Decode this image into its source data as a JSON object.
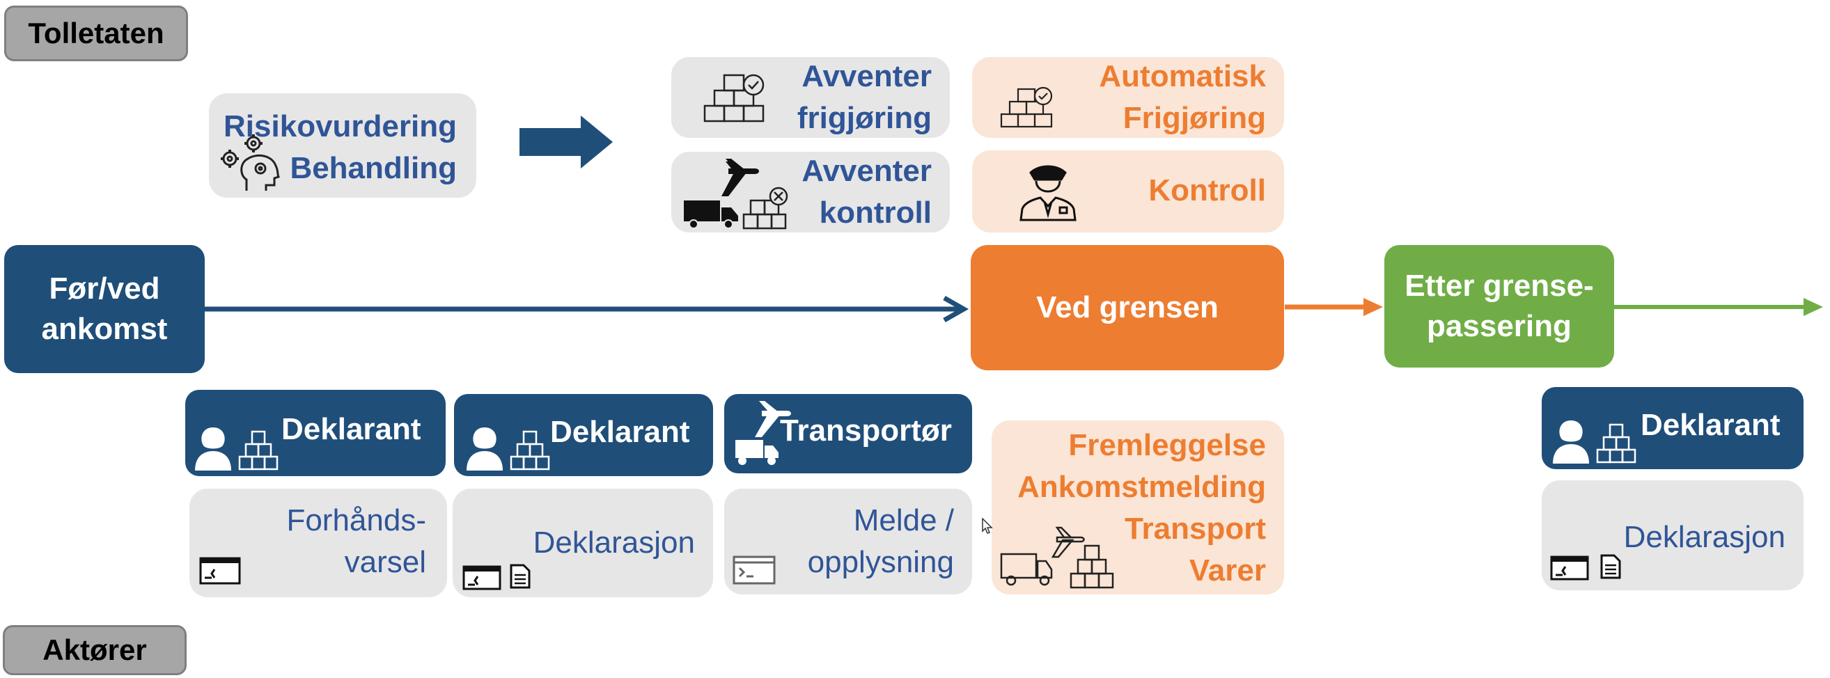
{
  "labels": {
    "agency": "Tolletaten",
    "actors": "Aktører"
  },
  "customs": {
    "risk": {
      "line1": "Risikovurdering",
      "line2": "Behandling"
    },
    "await_release": {
      "line1": "Avventer",
      "line2": "frigjøring"
    },
    "await_control": {
      "line1": "Avventer",
      "line2": "kontroll"
    },
    "auto_release": {
      "line1": "Automatisk",
      "line2": "Frigjøring"
    },
    "control": "Kontroll"
  },
  "stages": {
    "before": {
      "line1": "Før/ved",
      "line2": "ankomst"
    },
    "border": "Ved grensen",
    "after": {
      "line1": "Etter grense-",
      "line2": "passering"
    }
  },
  "actors": {
    "declarant_1": "Deklarant",
    "declarant_2": "Deklarant",
    "transporter": "Transportør",
    "declarant_3": "Deklarant",
    "advance_notice": {
      "line1": "Forhånds-",
      "line2": "varsel"
    },
    "declaration_1": "Deklarasjon",
    "report": {
      "line1": "Melde /",
      "line2": "opplysning"
    },
    "presentation": {
      "line1": "Fremleggelse",
      "line2": "Ankomstmelding",
      "line3": "Transport",
      "line4": "Varer"
    },
    "declaration_2": "Deklarasjon"
  },
  "colors": {
    "navy": "#1f4e79",
    "orange": "#ed7d31",
    "green": "#70ad47",
    "blue_text": "#2f5597",
    "gray_bg": "#e7e6e6",
    "peach_bg": "#fbe5d6"
  }
}
